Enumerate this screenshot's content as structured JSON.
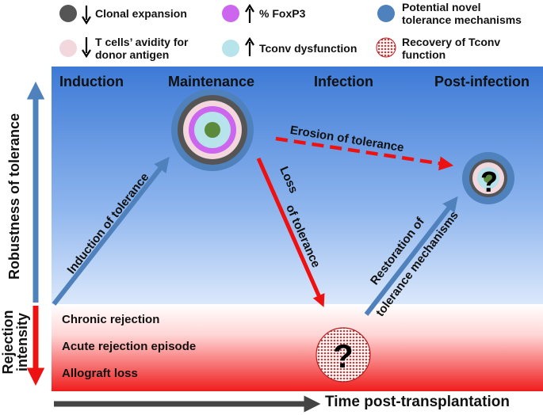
{
  "legend": {
    "clonal": "Clonal expansion",
    "foxp3": "% FoxP3",
    "potential_line1": "Potential novel",
    "potential_line2": "tolerance mechanisms",
    "avidity_line1": "T cells’ avidity for",
    "avidity_line2": "donor antigen",
    "tconv_dys": "Tconv dysfunction",
    "recovery_line1": "Recovery of Tconv",
    "recovery_line2": "function"
  },
  "phases": [
    "Induction",
    "Maintenance",
    "Infection",
    "Post-infection"
  ],
  "axis": {
    "y_upper": "Robustness of tolerance",
    "y_lower_line1": "Rejection",
    "y_lower_line2": "intensity",
    "x": "Time post-transplantation"
  },
  "rejection_levels": [
    "Chronic rejection",
    "Acute rejection episode",
    "Allograft loss"
  ],
  "arrows": {
    "induction": "Induction of tolerance",
    "erosion": "Erosion of tolerance",
    "loss_line1": "Loss",
    "loss_line2": "of tolerance",
    "restoration_line1": "Restoration of",
    "restoration_line2": "tolerance mechanisms"
  },
  "markers": {
    "question": "?"
  },
  "colors": {
    "clonal": "#555555",
    "foxp3": "#cc66ee",
    "potential": "#4f81bd",
    "avidity": "#f2d7dc",
    "tconv": "#b7e3ea",
    "center": "#5a8a3a",
    "tolerance_arrow": "#4f81bd",
    "loss_arrow": "#ee1111"
  }
}
